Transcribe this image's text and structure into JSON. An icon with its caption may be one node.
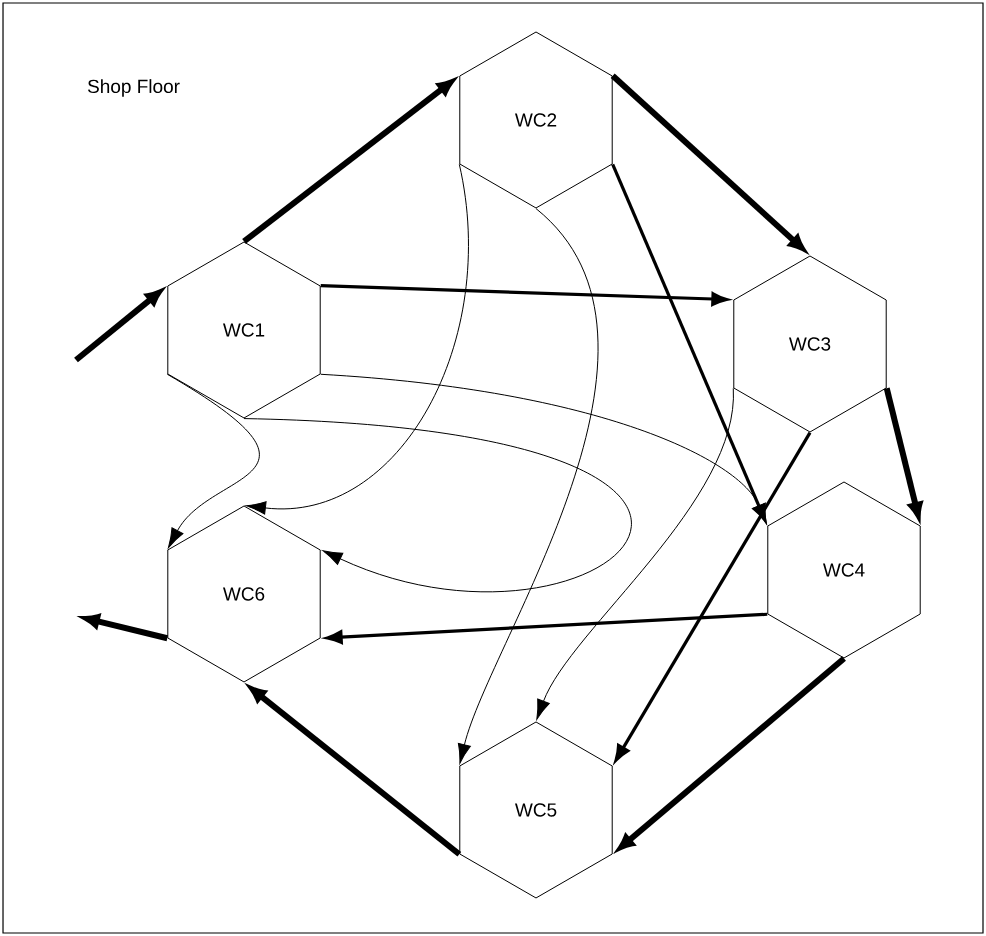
{
  "diagram": {
    "nodes": [
      {
        "text": [
          "WC1"
        ]
      },
      {
        "text": [
          "WC2"
        ]
      },
      {
        "text": [
          "WC3"
        ]
      },
      {
        "text": [
          "WC4"
        ]
      },
      {
        "text": [
          "WC5"
        ]
      },
      {
        "text": [
          "WC6"
        ]
      }
    ],
    "edges": [
      {
        "from": null,
        "to": 0,
        "arrow": "to"
      },
      {
        "from": 0,
        "to": 1,
        "arrow": "to"
      },
      {
        "from": 1,
        "to": 2,
        "arrow": "to"
      },
      {
        "from": 2,
        "to": 3,
        "arrow": "to"
      },
      {
        "from": 3,
        "to": 4,
        "arrow": "to"
      },
      {
        "from": 4,
        "to": 5,
        "arrow": "to"
      },
      {
        "from": 5,
        "to": null,
        "arrow": "to"
      },
      {
        "from": 0,
        "to": 2,
        "arrow": "to"
      },
      {
        "from": 1,
        "to": 3,
        "arrow": "to"
      },
      {
        "from": 2,
        "to": 4,
        "arrow": "to"
      },
      {
        "from": 3,
        "to": 5,
        "arrow": "to"
      },
      {
        "from": 0,
        "to": 5,
        "arrow": "to"
      },
      {
        "from": 0,
        "to": 3,
        "arrow": "to"
      },
      {
        "from": 0,
        "to": 5,
        "arrow": "to"
      },
      {
        "from": 1,
        "to": 5,
        "arrow": "to"
      },
      {
        "from": 1,
        "to": 4,
        "arrow": "to"
      },
      {
        "from": 2,
        "to": 4,
        "arrow": "to"
      }
    ],
    "labels": [
      "Shop Floor"
    ]
  }
}
